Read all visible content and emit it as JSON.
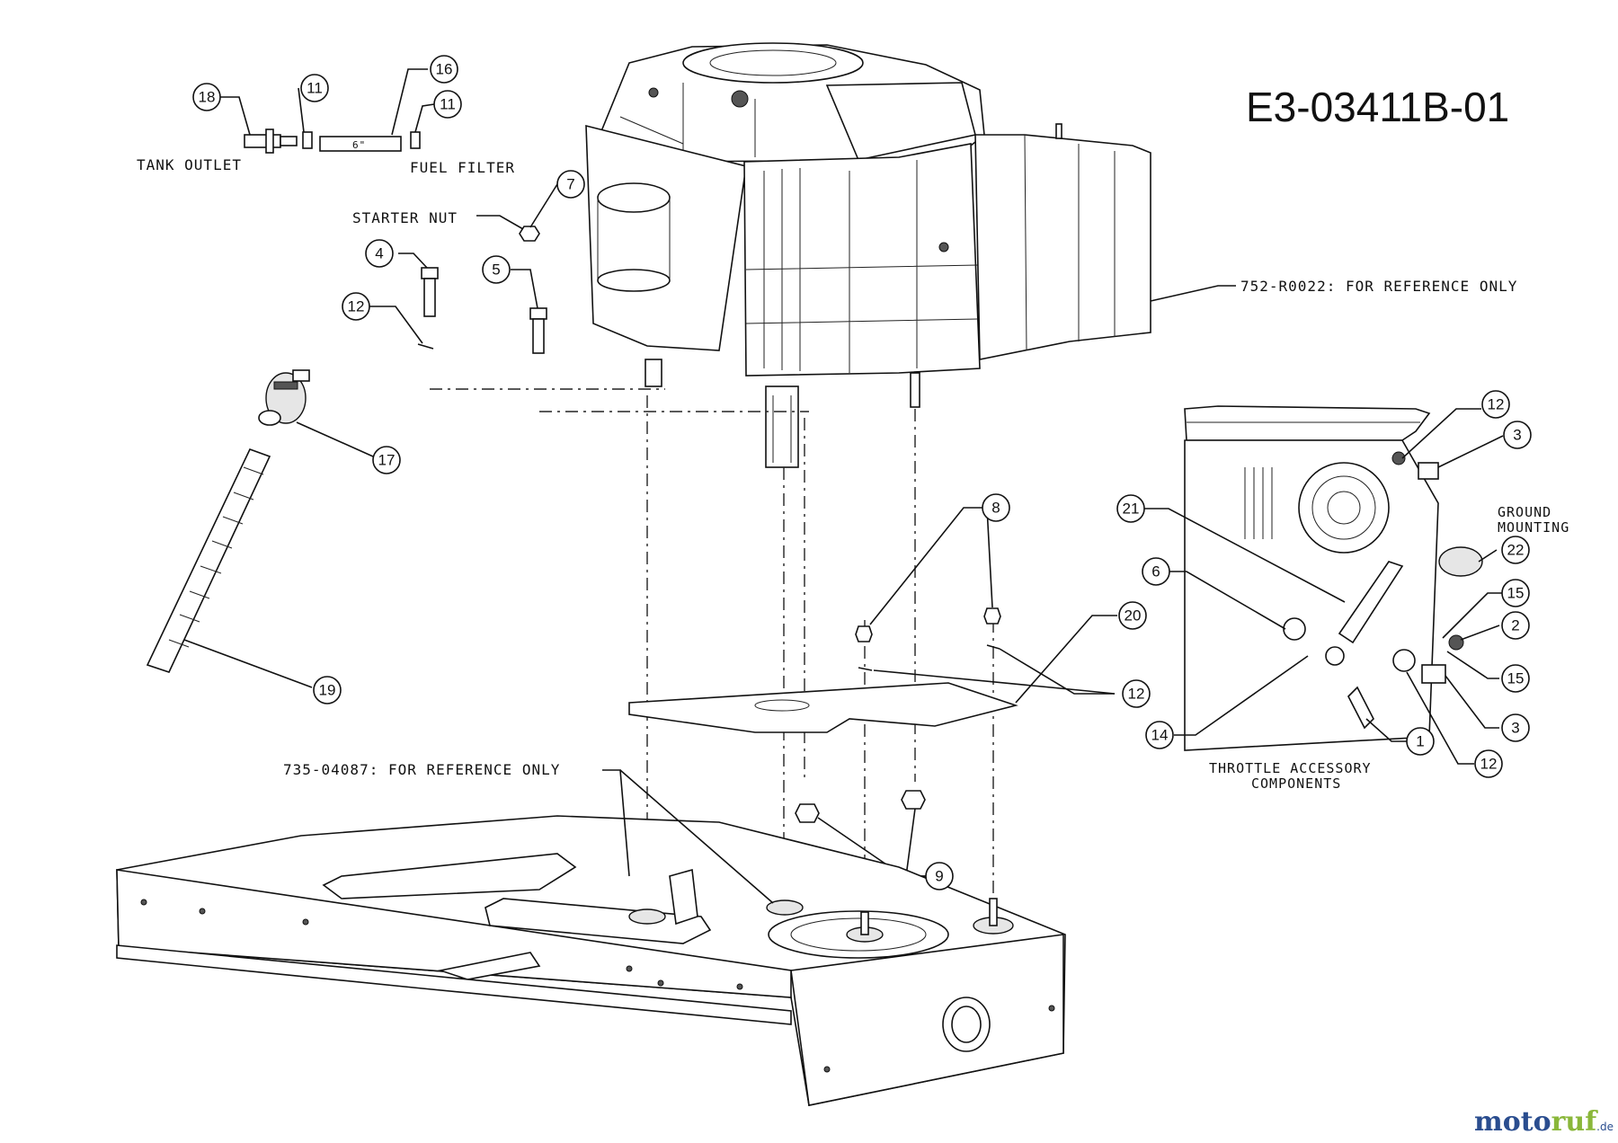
{
  "diagram_id": "E3-03411B-01",
  "labels": {
    "tank_outlet": "TANK OUTLET",
    "fuel_filter": "FUEL FILTER",
    "starter_nut": "STARTER NUT",
    "hose_length": "6\"",
    "engine_ref": "752-R0022: FOR REFERENCE ONLY",
    "frame_ref": "735-04087: FOR REFERENCE ONLY",
    "ground_mounting_1": "GROUND",
    "ground_mounting_2": "MOUNTING",
    "throttle_1": "THROTTLE ACCESSORY",
    "throttle_2": "COMPONENTS"
  },
  "callouts": [
    {
      "id": "c18",
      "num": "18"
    },
    {
      "id": "c11a",
      "num": "11"
    },
    {
      "id": "c16",
      "num": "16"
    },
    {
      "id": "c11b",
      "num": "11"
    },
    {
      "id": "c7",
      "num": "7"
    },
    {
      "id": "c4",
      "num": "4"
    },
    {
      "id": "c5",
      "num": "5"
    },
    {
      "id": "c12a",
      "num": "12"
    },
    {
      "id": "c17",
      "num": "17"
    },
    {
      "id": "c19",
      "num": "19"
    },
    {
      "id": "c8",
      "num": "8"
    },
    {
      "id": "c20",
      "num": "20"
    },
    {
      "id": "c12b",
      "num": "12"
    },
    {
      "id": "c9",
      "num": "9"
    },
    {
      "id": "c12c",
      "num": "12"
    },
    {
      "id": "c3a",
      "num": "3"
    },
    {
      "id": "c21",
      "num": "21"
    },
    {
      "id": "c22",
      "num": "22"
    },
    {
      "id": "c6",
      "num": "6"
    },
    {
      "id": "c15a",
      "num": "15"
    },
    {
      "id": "c2",
      "num": "2"
    },
    {
      "id": "c15b",
      "num": "15"
    },
    {
      "id": "c3b",
      "num": "3"
    },
    {
      "id": "c14",
      "num": "14"
    },
    {
      "id": "c1",
      "num": "1"
    },
    {
      "id": "c12d",
      "num": "12"
    }
  ],
  "watermark": {
    "part1": "moto",
    "part2": "ruf",
    "suffix": ".de"
  },
  "colors": {
    "line": "#111111",
    "watermark_blue": "#2a4d8f",
    "watermark_green": "#8ab73a"
  }
}
